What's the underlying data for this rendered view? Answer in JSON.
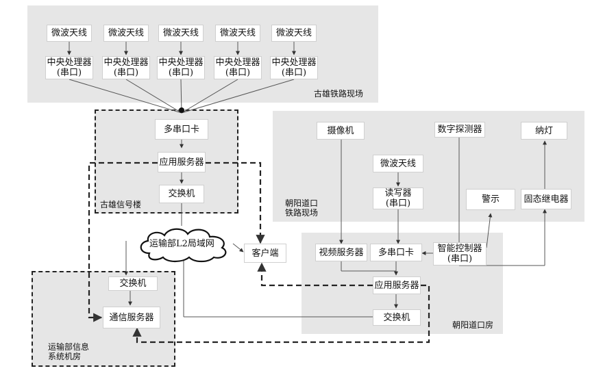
{
  "regions": {
    "guxiong_site": "古雄铁路现场",
    "guxiong_signal": "古雄信号楼",
    "chaoyang_site_line1": "朝阳道口",
    "chaoyang_site_line2": "铁路现场",
    "chaoyang_room": "朝阳道口房",
    "ministry_room_line1": "运输部信息",
    "ministry_room_line2": "系统机房"
  },
  "nodes": {
    "antenna": "微波天线",
    "cpu_line1": "中央处理器",
    "cpu_line2": "(串口)",
    "multi_serial": "多串口卡",
    "app_server": "应用服务器",
    "switch": "交换机",
    "cloud": "运输部L2局域网",
    "client": "客户端",
    "comm_server": "通信服务器",
    "camera": "摄像机",
    "digital_detector": "数字探测器",
    "nadeng": "纳灯",
    "reader_line1": "读写器",
    "reader_line2": "(串口)",
    "alarm": "警示",
    "relay": "固态继电器",
    "video_server": "视频服务器",
    "smart_ctrl_line1": "智能控制器",
    "smart_ctrl_line2": "(串口)"
  }
}
